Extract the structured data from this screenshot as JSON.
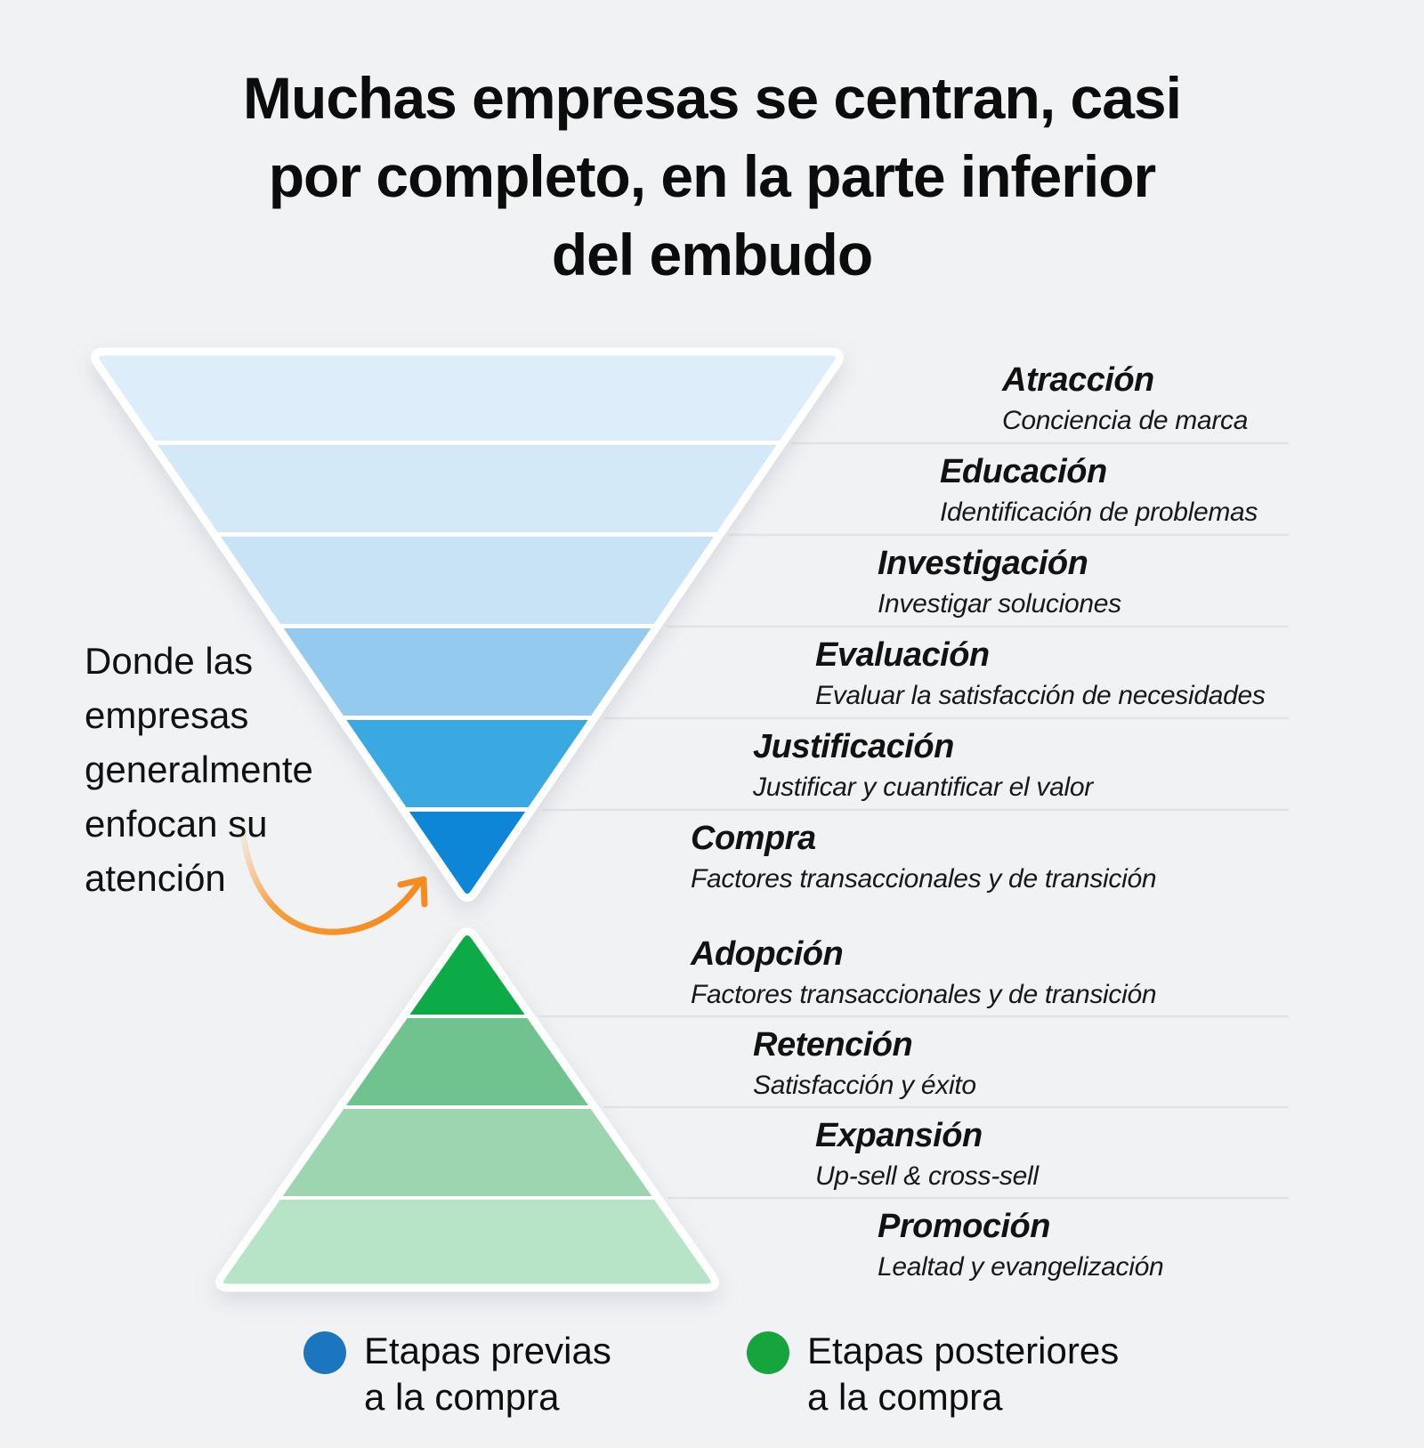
{
  "title": {
    "text": "Muchas empresas se centran, casi\npor completo, en la parte inferior\ndel embudo"
  },
  "annotation": {
    "text": "Donde las\nempresas\ngeneralmente\nenfocan su\natención"
  },
  "funnel": {
    "pre_stages": [
      {
        "name": "Atracción",
        "desc": "Conciencia de marca",
        "color": "#ddeefa"
      },
      {
        "name": "Educación",
        "desc": "Identificación de problemas",
        "color": "#d3e9f8"
      },
      {
        "name": "Investigación",
        "desc": "Investigar soluciones",
        "color": "#c8e2f6"
      },
      {
        "name": "Evaluación",
        "desc": "Evaluar la satisfacción de necesidades",
        "color": "#93caee"
      },
      {
        "name": "Justificación",
        "desc": "Justificar y cuantificar el valor",
        "color": "#3aa9e1"
      },
      {
        "name": "Compra",
        "desc": "Factores transaccionales y de transición",
        "color": "#0d86d7"
      }
    ],
    "post_stages": [
      {
        "name": "Adopción",
        "desc": "Factores transaccionales y de transición",
        "color": "#10ab47"
      },
      {
        "name": "Retención",
        "desc": "Satisfacción y éxito",
        "color": "#6fc38e"
      },
      {
        "name": "Expansión",
        "desc": "Up-sell & cross-sell",
        "color": "#9cd5b0"
      },
      {
        "name": "Promoción",
        "desc": "Lealtad y evangelización",
        "color": "#b7e3c7"
      }
    ]
  },
  "legend": [
    {
      "label": "Etapas previas\na la compra",
      "color": "#1b76bf"
    },
    {
      "label": "Etapas posteriores\na la compra",
      "color": "#15a53c"
    }
  ],
  "colors": {
    "arrow": "#f68b1f",
    "divider": "#e3e4e7",
    "funnel_outline": "#ffffff"
  }
}
